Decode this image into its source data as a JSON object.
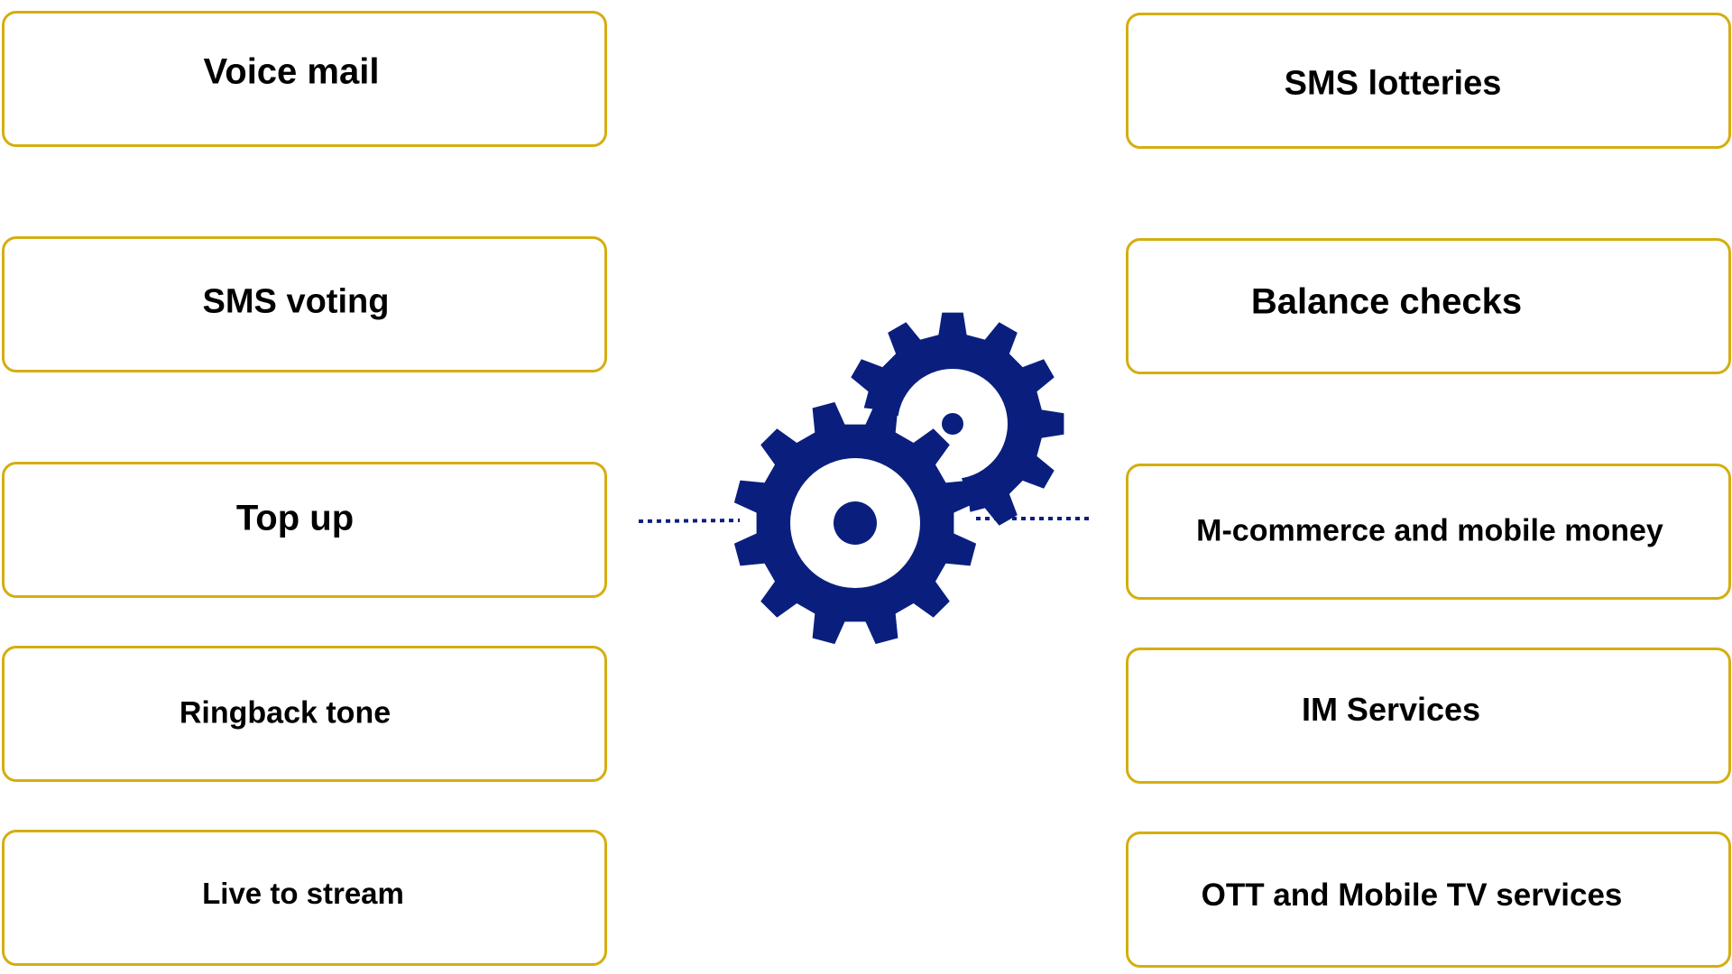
{
  "left_items": [
    {
      "label": "Voice mail"
    },
    {
      "label": "SMS voting"
    },
    {
      "label": "Top up"
    },
    {
      "label": "Ringback tone"
    },
    {
      "label": "Live to stream"
    }
  ],
  "right_items": [
    {
      "label": "SMS lotteries"
    },
    {
      "label": "Balance checks"
    },
    {
      "label": "M-commerce and mobile money"
    },
    {
      "label": "IM Services"
    },
    {
      "label": "OTT and Mobile TV services"
    }
  ],
  "colors": {
    "box_border": "#d4ae10",
    "gear": "#0a1f7d",
    "connector": "#0a1f7d",
    "text": "#000000"
  },
  "center_icon": "gears-icon"
}
